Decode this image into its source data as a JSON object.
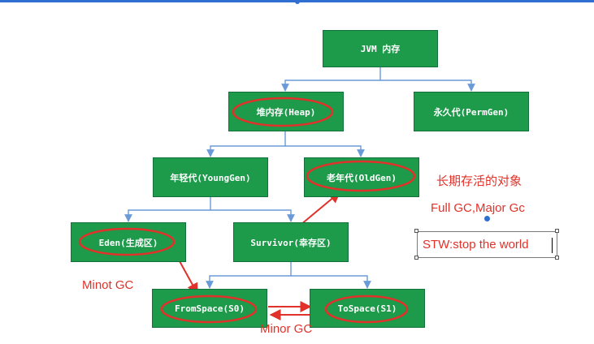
{
  "diagram": {
    "nodes": {
      "jvm": "JVM 内存",
      "heap": "堆内存(Heap)",
      "perm": "永久代(PermGen)",
      "young": "年轻代(YoungGen)",
      "old": "老年代(OldGen)",
      "eden": "Eden(生成区)",
      "survivor": "Survivor(幸存区)",
      "from": "FromSpace(S0)",
      "to": "ToSpace(S1)"
    },
    "annotations": {
      "long_lived": "长期存活的对象",
      "full_gc": "Full GC,Major Gc",
      "minot_gc": "Minot GC",
      "minor_gc": "Minor GC",
      "stw": "STW:stop the world"
    },
    "colors": {
      "node_fill": "#1e9a4b",
      "connector": "#6a9bd8",
      "annotation": "#e0322a"
    }
  }
}
